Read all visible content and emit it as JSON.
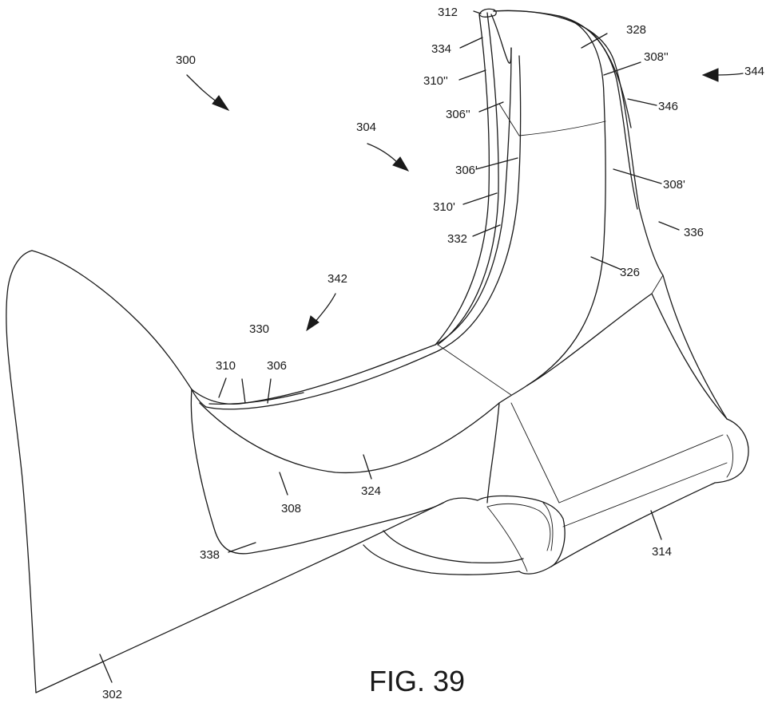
{
  "figure": {
    "caption": "FIG. 39",
    "reference_numerals": {
      "r300": "300",
      "r302": "302",
      "r304": "304",
      "r306": "306",
      "r306p": "306'",
      "r306pp": "306''",
      "r308": "308",
      "r308p": "308'",
      "r308pp": "308''",
      "r310": "310",
      "r310p": "310'",
      "r310pp": "310''",
      "r312": "312",
      "r314": "314",
      "r324": "324",
      "r326": "326",
      "r328": "328",
      "r330": "330",
      "r332": "332",
      "r334": "334",
      "r336": "336",
      "r338": "338",
      "r342": "342",
      "r344": "344",
      "r346": "346"
    }
  }
}
